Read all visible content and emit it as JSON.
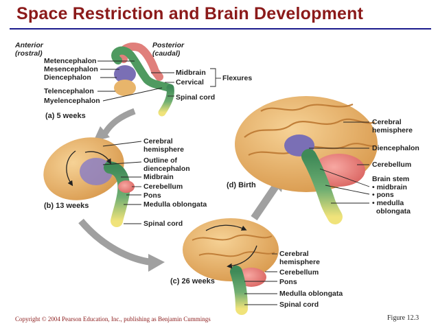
{
  "title": "Space Restriction and Brain Development",
  "stage_a": {
    "orientation_anterior": "Anterior\n(rostral)",
    "orientation_posterior": "Posterior\n(caudal)",
    "labels_left": [
      "Metencephalon",
      "Mesencephalon",
      "Diencephalon",
      "Telencephalon",
      "Myelencephalon"
    ],
    "labels_right": [
      "Midbrain",
      "Cervical",
      "Spinal cord"
    ],
    "flexures": "Flexures",
    "caption": "(a) 5 weeks"
  },
  "stage_b": {
    "labels": [
      "Cerebral\nhemisphere",
      "Outline of\ndiencephalon",
      "Midbrain",
      "Cerebellum",
      "Pons",
      "Medulla oblongata",
      "Spinal cord"
    ],
    "caption": "(b) 13 weeks"
  },
  "stage_c": {
    "labels": [
      "Cerebral\nhemisphere",
      "Cerebellum",
      "Pons",
      "Medulla oblongata",
      "Spinal cord"
    ],
    "caption": "(c) 26 weeks"
  },
  "stage_d": {
    "labels": [
      "Cerebral\nhemisphere",
      "Diencephalon",
      "Cerebellum",
      "Brain stem"
    ],
    "brain_stem_parts": [
      "• midbrain",
      "• pons",
      "• medulla\n  oblongata"
    ],
    "caption": "(d) Birth"
  },
  "footer": "Copyright © 2004 Pearson Education, Inc., publishing as Benjamin Cummings",
  "figure": "Figure 12.3",
  "colors": {
    "title": "#8b1a1a",
    "rule": "#1a1a8c",
    "cerebrum": "#e8b56b",
    "diencephalon": "#7a6fb5",
    "midbrain": "#4a8f5a",
    "cerebellum": "#e98a86",
    "spinal_cord": "#efe070",
    "arrow": "#9a9a9a"
  }
}
